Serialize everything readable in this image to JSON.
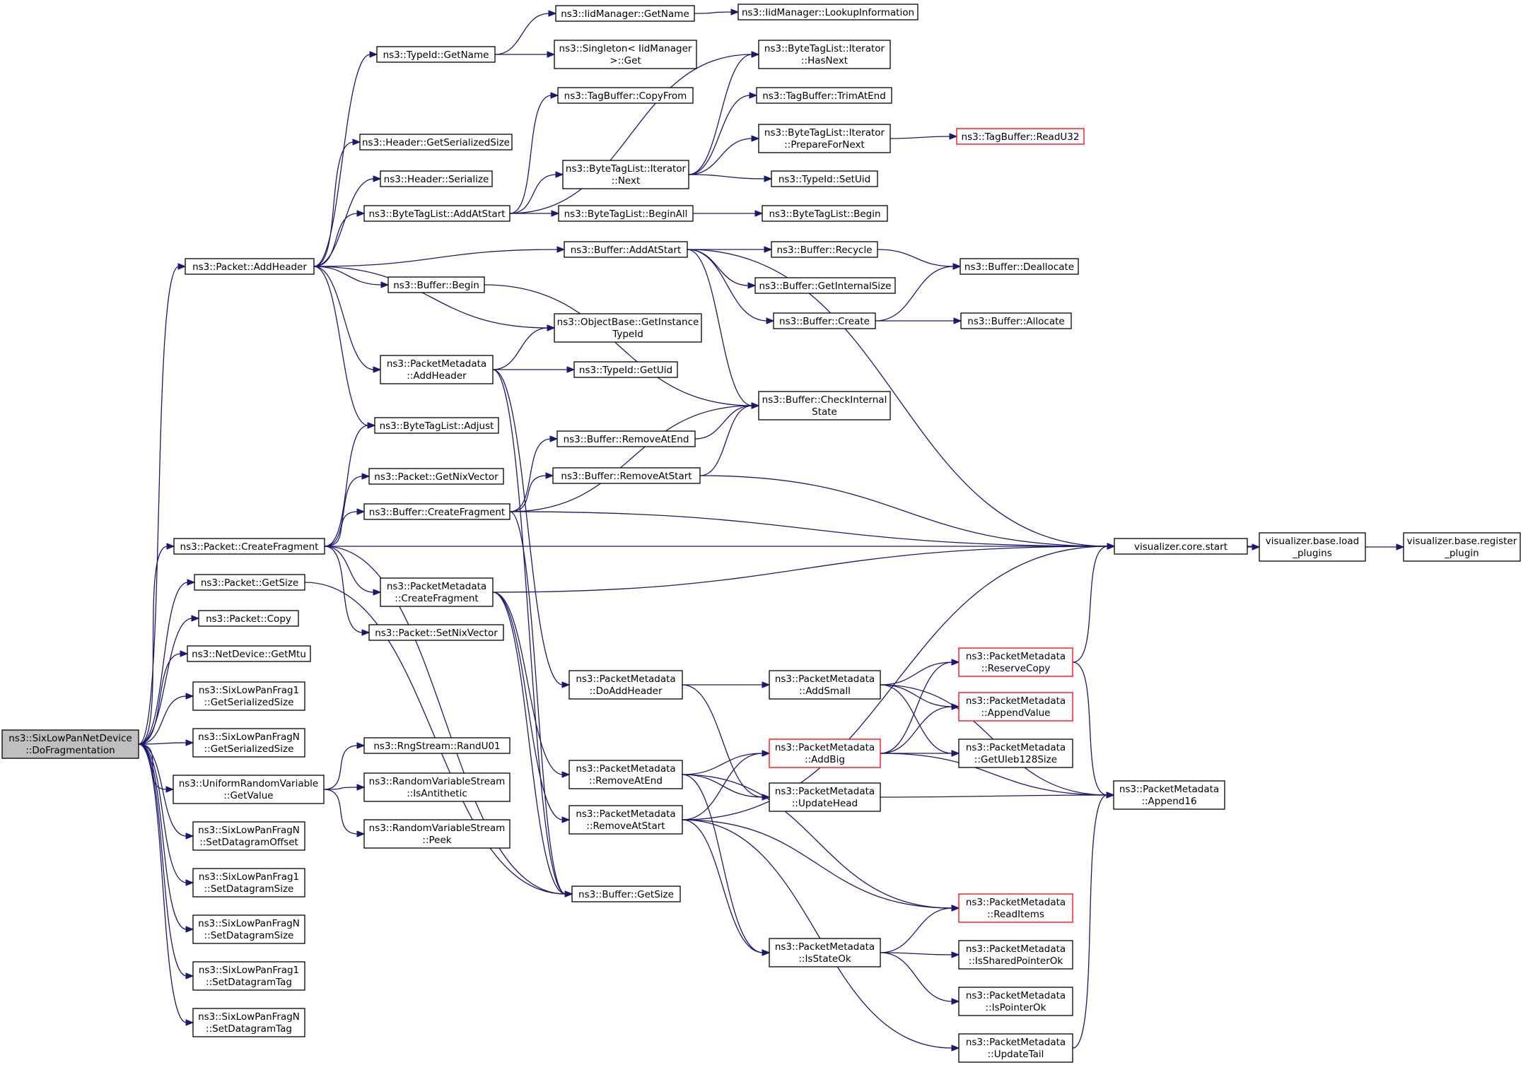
{
  "colors": {
    "edge": "#191970",
    "root_fill": "#bfbfbf",
    "truncated_border": "#ff0000",
    "node_border": "#000000"
  },
  "nodes": [
    {
      "id": "root",
      "lines": [
        "ns3::SixLowPanNetDevice",
        "::DoFragmentation"
      ],
      "kind": "root"
    },
    {
      "id": "addHeader",
      "lines": [
        "ns3::Packet::AddHeader"
      ]
    },
    {
      "id": "createFragment",
      "lines": [
        "ns3::Packet::CreateFragment"
      ]
    },
    {
      "id": "getSize",
      "lines": [
        "ns3::Packet::GetSize"
      ]
    },
    {
      "id": "copy",
      "lines": [
        "ns3::Packet::Copy"
      ]
    },
    {
      "id": "getMtu",
      "lines": [
        "ns3::NetDevice::GetMtu"
      ]
    },
    {
      "id": "frag1Ser",
      "lines": [
        "ns3::SixLowPanFrag1",
        "::GetSerializedSize"
      ]
    },
    {
      "id": "fragNSer",
      "lines": [
        "ns3::SixLowPanFragN",
        "::GetSerializedSize"
      ]
    },
    {
      "id": "urvGet",
      "lines": [
        "ns3::UniformRandomVariable",
        "::GetValue"
      ]
    },
    {
      "id": "fragNOff",
      "lines": [
        "ns3::SixLowPanFragN",
        "::SetDatagramOffset"
      ]
    },
    {
      "id": "frag1Size",
      "lines": [
        "ns3::SixLowPanFrag1",
        "::SetDatagramSize"
      ]
    },
    {
      "id": "fragNSize",
      "lines": [
        "ns3::SixLowPanFragN",
        "::SetDatagramSize"
      ]
    },
    {
      "id": "frag1Tag",
      "lines": [
        "ns3::SixLowPanFrag1",
        "::SetDatagramTag"
      ]
    },
    {
      "id": "fragNTag",
      "lines": [
        "ns3::SixLowPanFragN",
        "::SetDatagramTag"
      ]
    },
    {
      "id": "typeIdGetName",
      "lines": [
        "ns3::TypeId::GetName"
      ]
    },
    {
      "id": "headerSerSize",
      "lines": [
        "ns3::Header::GetSerializedSize"
      ]
    },
    {
      "id": "headerSer",
      "lines": [
        "ns3::Header::Serialize"
      ]
    },
    {
      "id": "btlAddAtStart",
      "lines": [
        "ns3::ByteTagList::AddAtStart"
      ]
    },
    {
      "id": "pmAddHeader",
      "lines": [
        "ns3::PacketMetadata",
        "::AddHeader"
      ]
    },
    {
      "id": "btlAdjust",
      "lines": [
        "ns3::ByteTagList::Adjust"
      ]
    },
    {
      "id": "getNix",
      "lines": [
        "ns3::Packet::GetNixVector"
      ]
    },
    {
      "id": "bufCreateFrag",
      "lines": [
        "ns3::Buffer::CreateFragment"
      ]
    },
    {
      "id": "pmCreateFrag",
      "lines": [
        "ns3::PacketMetadata",
        "::CreateFragment"
      ]
    },
    {
      "id": "setNix",
      "lines": [
        "ns3::Packet::SetNixVector"
      ]
    },
    {
      "id": "rngRand",
      "lines": [
        "ns3::RngStream::RandU01"
      ]
    },
    {
      "id": "rvsAnti",
      "lines": [
        "ns3::RandomVariableStream",
        "::IsAntithetic"
      ]
    },
    {
      "id": "rvsPeek",
      "lines": [
        "ns3::RandomVariableStream",
        "::Peek"
      ]
    },
    {
      "id": "iidGetName",
      "lines": [
        "ns3::IidManager::GetName"
      ]
    },
    {
      "id": "singletonGet",
      "lines": [
        "ns3::Singleton< IidManager",
        ">::Get"
      ]
    },
    {
      "id": "tbCopyFrom",
      "lines": [
        "ns3::TagBuffer::CopyFrom"
      ]
    },
    {
      "id": "btliNext",
      "lines": [
        "ns3::ByteTagList::Iterator",
        "::Next"
      ]
    },
    {
      "id": "btlBeginAll",
      "lines": [
        "ns3::ByteTagList::BeginAll"
      ]
    },
    {
      "id": "bufAddAtStart",
      "lines": [
        "ns3::Buffer::AddAtStart"
      ]
    },
    {
      "id": "bufBegin",
      "lines": [
        "ns3::Buffer::Begin"
      ]
    },
    {
      "id": "obGetInst",
      "lines": [
        "ns3::ObjectBase::GetInstance",
        "TypeId"
      ]
    },
    {
      "id": "typeIdGetUid",
      "lines": [
        "ns3::TypeId::GetUid"
      ]
    },
    {
      "id": "bufRemoveEnd",
      "lines": [
        "ns3::Buffer::RemoveAtEnd"
      ]
    },
    {
      "id": "bufRemoveStart",
      "lines": [
        "ns3::Buffer::RemoveAtStart"
      ]
    },
    {
      "id": "pmDoAddHeader",
      "lines": [
        "ns3::PacketMetadata",
        "::DoAddHeader"
      ]
    },
    {
      "id": "pmRemoveEnd",
      "lines": [
        "ns3::PacketMetadata",
        "::RemoveAtEnd"
      ]
    },
    {
      "id": "pmRemoveStart",
      "lines": [
        "ns3::PacketMetadata",
        "::RemoveAtStart"
      ]
    },
    {
      "id": "bufGetSize",
      "lines": [
        "ns3::Buffer::GetSize"
      ]
    },
    {
      "id": "iidLookup",
      "lines": [
        "ns3::IidManager::LookupInformation"
      ]
    },
    {
      "id": "btliHasNext",
      "lines": [
        "ns3::ByteTagList::Iterator",
        "::HasNext"
      ]
    },
    {
      "id": "tbTrim",
      "lines": [
        "ns3::TagBuffer::TrimAtEnd"
      ]
    },
    {
      "id": "btliPrep",
      "lines": [
        "ns3::ByteTagList::Iterator",
        "::PrepareForNext"
      ]
    },
    {
      "id": "typeIdSetUid",
      "lines": [
        "ns3::TypeId::SetUid"
      ]
    },
    {
      "id": "btlBegin",
      "lines": [
        "ns3::ByteTagList::Begin"
      ]
    },
    {
      "id": "bufRecycle",
      "lines": [
        "ns3::Buffer::Recycle"
      ]
    },
    {
      "id": "bufGetInt",
      "lines": [
        "ns3::Buffer::GetInternalSize"
      ]
    },
    {
      "id": "bufCreate",
      "lines": [
        "ns3::Buffer::Create"
      ]
    },
    {
      "id": "bufCheck",
      "lines": [
        "ns3::Buffer::CheckInternal",
        "State"
      ]
    },
    {
      "id": "pmAddSmall",
      "lines": [
        "ns3::PacketMetadata",
        "::AddSmall"
      ]
    },
    {
      "id": "pmAddBig",
      "lines": [
        "ns3::PacketMetadata",
        "::AddBig"
      ],
      "kind": "trunc"
    },
    {
      "id": "pmUpdHead",
      "lines": [
        "ns3::PacketMetadata",
        "::UpdateHead"
      ]
    },
    {
      "id": "pmIsState",
      "lines": [
        "ns3::PacketMetadata",
        "::IsStateOk"
      ]
    },
    {
      "id": "tbReadU32",
      "lines": [
        "ns3::TagBuffer::ReadU32"
      ],
      "kind": "trunc"
    },
    {
      "id": "bufDealloc",
      "lines": [
        "ns3::Buffer::Deallocate"
      ]
    },
    {
      "id": "bufAlloc",
      "lines": [
        "ns3::Buffer::Allocate"
      ]
    },
    {
      "id": "vizStart",
      "lines": [
        "visualizer.core.start"
      ]
    },
    {
      "id": "pmReserve",
      "lines": [
        "ns3::PacketMetadata",
        "::ReserveCopy"
      ],
      "kind": "trunc"
    },
    {
      "id": "pmAppendVal",
      "lines": [
        "ns3::PacketMetadata",
        "::AppendValue"
      ],
      "kind": "trunc"
    },
    {
      "id": "pmUleb",
      "lines": [
        "ns3::PacketMetadata",
        "::GetUleb128Size"
      ]
    },
    {
      "id": "pmReadItems",
      "lines": [
        "ns3::PacketMetadata",
        "::ReadItems"
      ],
      "kind": "trunc"
    },
    {
      "id": "pmShared",
      "lines": [
        "ns3::PacketMetadata",
        "::IsSharedPointerOk"
      ]
    },
    {
      "id": "pmPtrOk",
      "lines": [
        "ns3::PacketMetadata",
        "::IsPointerOk"
      ]
    },
    {
      "id": "pmUpdTail",
      "lines": [
        "ns3::PacketMetadata",
        "::UpdateTail"
      ]
    },
    {
      "id": "pmAppend16",
      "lines": [
        "ns3::PacketMetadata",
        "::Append16"
      ]
    },
    {
      "id": "vizLoad",
      "lines": [
        "visualizer.base.load",
        "_plugins"
      ]
    },
    {
      "id": "vizReg",
      "lines": [
        "visualizer.base.register",
        "_plugin"
      ]
    }
  ],
  "edges": [
    [
      "root",
      "addHeader"
    ],
    [
      "root",
      "createFragment"
    ],
    [
      "root",
      "getSize"
    ],
    [
      "root",
      "copy"
    ],
    [
      "root",
      "getMtu"
    ],
    [
      "root",
      "frag1Ser"
    ],
    [
      "root",
      "fragNSer"
    ],
    [
      "root",
      "urvGet"
    ],
    [
      "root",
      "fragNOff"
    ],
    [
      "root",
      "frag1Size"
    ],
    [
      "root",
      "fragNSize"
    ],
    [
      "root",
      "frag1Tag"
    ],
    [
      "root",
      "fragNTag"
    ],
    [
      "addHeader",
      "typeIdGetName"
    ],
    [
      "addHeader",
      "headerSerSize"
    ],
    [
      "addHeader",
      "headerSer"
    ],
    [
      "addHeader",
      "btlAddAtStart"
    ],
    [
      "addHeader",
      "bufAddAtStart"
    ],
    [
      "addHeader",
      "bufBegin"
    ],
    [
      "addHeader",
      "obGetInst"
    ],
    [
      "addHeader",
      "pmAddHeader"
    ],
    [
      "addHeader",
      "btlAdjust"
    ],
    [
      "createFragment",
      "btlAdjust"
    ],
    [
      "createFragment",
      "getNix"
    ],
    [
      "createFragment",
      "bufCreateFrag"
    ],
    [
      "createFragment",
      "pmCreateFrag"
    ],
    [
      "createFragment",
      "setNix"
    ],
    [
      "createFragment",
      "vizStart"
    ],
    [
      "createFragment",
      "bufGetSize"
    ],
    [
      "getSize",
      "bufGetSize"
    ],
    [
      "urvGet",
      "rngRand"
    ],
    [
      "urvGet",
      "rvsAnti"
    ],
    [
      "urvGet",
      "rvsPeek"
    ],
    [
      "typeIdGetName",
      "iidGetName"
    ],
    [
      "typeIdGetName",
      "singletonGet"
    ],
    [
      "iidGetName",
      "iidLookup"
    ],
    [
      "btlAddAtStart",
      "tbCopyFrom"
    ],
    [
      "btlAddAtStart",
      "btliHasNext"
    ],
    [
      "btlAddAtStart",
      "btliNext"
    ],
    [
      "btlAddAtStart",
      "btlBeginAll"
    ],
    [
      "btliNext",
      "btliHasNext"
    ],
    [
      "btliNext",
      "tbTrim"
    ],
    [
      "btliNext",
      "btliPrep"
    ],
    [
      "btliNext",
      "typeIdSetUid"
    ],
    [
      "btliPrep",
      "tbReadU32"
    ],
    [
      "btlBeginAll",
      "btlBegin"
    ],
    [
      "bufAddAtStart",
      "bufRecycle"
    ],
    [
      "bufAddAtStart",
      "bufGetInt"
    ],
    [
      "bufAddAtStart",
      "bufCreate"
    ],
    [
      "bufAddAtStart",
      "bufCheck"
    ],
    [
      "bufAddAtStart",
      "vizStart"
    ],
    [
      "bufRecycle",
      "bufDealloc"
    ],
    [
      "bufCreate",
      "bufDealloc"
    ],
    [
      "bufCreate",
      "bufAlloc"
    ],
    [
      "bufBegin",
      "bufCheck"
    ],
    [
      "pmAddHeader",
      "obGetInst"
    ],
    [
      "pmAddHeader",
      "typeIdGetUid"
    ],
    [
      "pmAddHeader",
      "pmDoAddHeader"
    ],
    [
      "pmAddHeader",
      "bufGetSize"
    ],
    [
      "bufCreateFrag",
      "bufCheck"
    ],
    [
      "bufCreateFrag",
      "bufRemoveEnd"
    ],
    [
      "bufCreateFrag",
      "bufRemoveStart"
    ],
    [
      "bufCreateFrag",
      "vizStart"
    ],
    [
      "bufCreateFrag",
      "bufGetSize"
    ],
    [
      "bufRemoveEnd",
      "bufCheck"
    ],
    [
      "bufRemoveStart",
      "bufCheck"
    ],
    [
      "bufRemoveStart",
      "vizStart"
    ],
    [
      "pmCreateFrag",
      "vizStart"
    ],
    [
      "pmCreateFrag",
      "pmRemoveEnd"
    ],
    [
      "pmCreateFrag",
      "pmRemoveStart"
    ],
    [
      "pmCreateFrag",
      "bufGetSize"
    ],
    [
      "pmDoAddHeader",
      "pmAddSmall"
    ],
    [
      "pmDoAddHeader",
      "pmUpdHead"
    ],
    [
      "pmAddSmall",
      "pmReserve"
    ],
    [
      "pmAddSmall",
      "pmAppendVal"
    ],
    [
      "pmAddSmall",
      "pmUleb"
    ],
    [
      "pmAddSmall",
      "pmAppend16"
    ],
    [
      "pmAddBig",
      "pmReserve"
    ],
    [
      "pmAddBig",
      "pmAppendVal"
    ],
    [
      "pmAddBig",
      "pmUleb"
    ],
    [
      "pmAddBig",
      "pmAppend16"
    ],
    [
      "pmReserve",
      "vizStart"
    ],
    [
      "pmReserve",
      "pmAppend16"
    ],
    [
      "pmRemoveEnd",
      "pmAddBig"
    ],
    [
      "pmRemoveEnd",
      "pmUpdHead"
    ],
    [
      "pmRemoveEnd",
      "pmReadItems"
    ],
    [
      "pmRemoveEnd",
      "pmIsState"
    ],
    [
      "pmRemoveStart",
      "pmAddBig"
    ],
    [
      "pmRemoveStart",
      "vizStart"
    ],
    [
      "pmRemoveStart",
      "pmReadItems"
    ],
    [
      "pmRemoveStart",
      "pmIsState"
    ],
    [
      "pmRemoveStart",
      "pmUpdTail"
    ],
    [
      "pmUpdHead",
      "pmAppend16"
    ],
    [
      "pmIsState",
      "pmReadItems"
    ],
    [
      "pmIsState",
      "pmShared"
    ],
    [
      "pmIsState",
      "pmPtrOk"
    ],
    [
      "pmUpdTail",
      "pmAppend16"
    ],
    [
      "vizStart",
      "vizLoad"
    ],
    [
      "vizLoad",
      "vizReg"
    ]
  ]
}
